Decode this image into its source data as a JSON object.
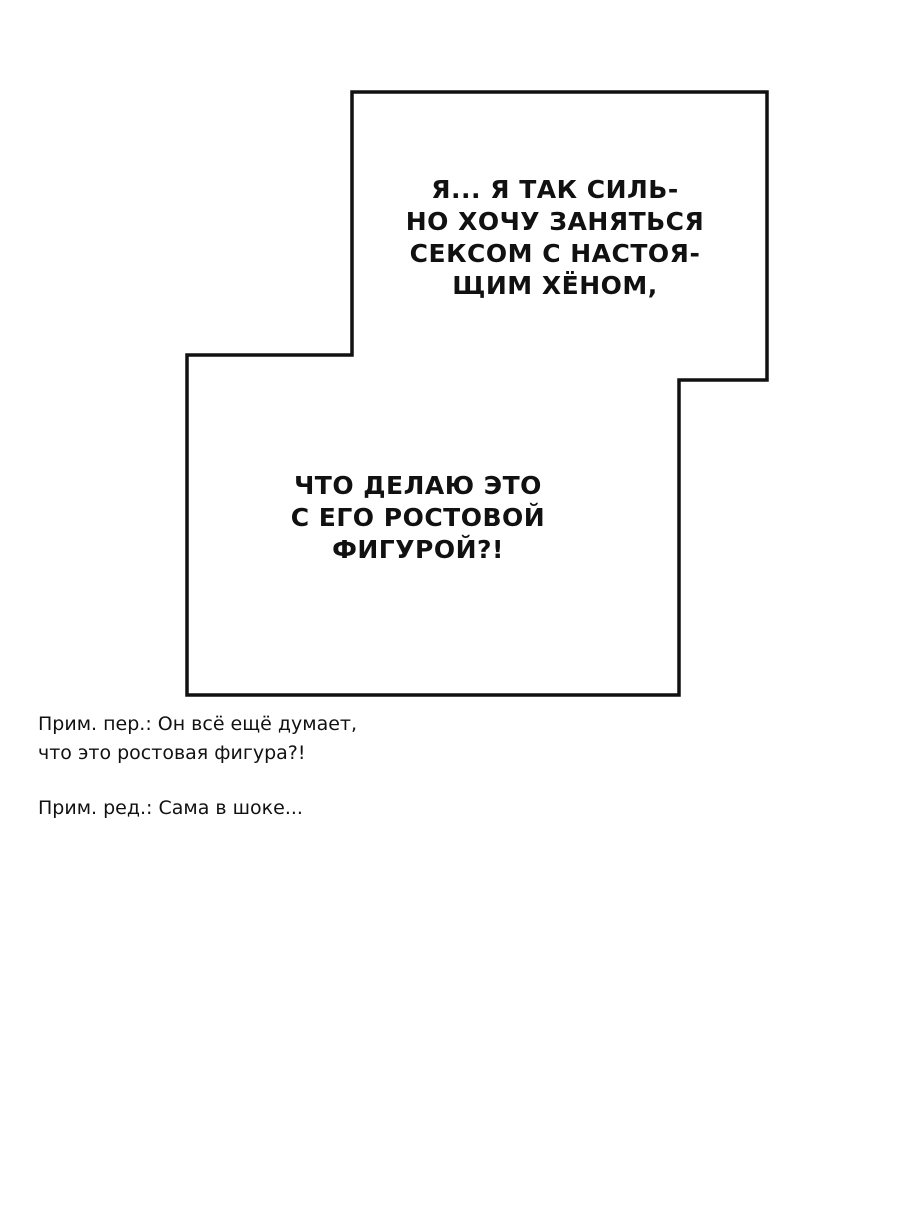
{
  "speech_top": {
    "lines": [
      "Я... я так силь-",
      "но хочу заняться",
      "сексом с настоя-",
      "щим Хёном,"
    ]
  },
  "speech_bottom": {
    "lines": [
      "что делаю это",
      "с его ростовой",
      "фигурой?!"
    ]
  },
  "notes": {
    "translator_line1": "Прим. пер.: Он всё ещё думает,",
    "translator_line2": "что это ростовая фигура?!",
    "editor_line": "Прим. ред.: Сама в шоке..."
  },
  "colors": {
    "background": "#ffffff",
    "ink": "#111111"
  }
}
